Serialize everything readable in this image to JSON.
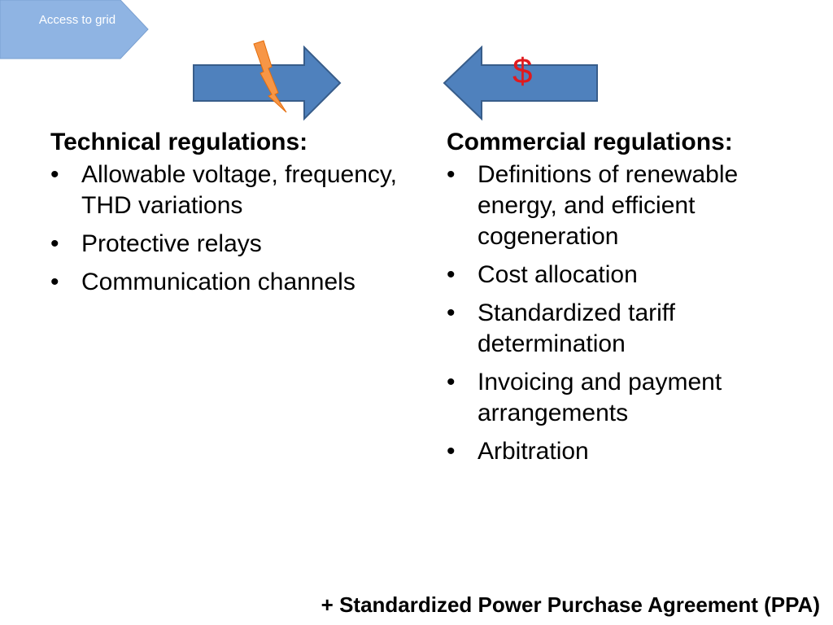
{
  "access_tag": {
    "label": "Access to grid",
    "color": "#8fb4e3"
  },
  "arrows": {
    "color": "#4f81bd",
    "outline": "#385d8a",
    "lightning_color": "#f79646",
    "dollar": "$",
    "dollar_color": "#e0191d"
  },
  "technical": {
    "heading": "Technical regulations:",
    "items": [
      {
        "label": "Allowable voltage, frequency, THD variations"
      },
      {
        "label": "Protective relays"
      },
      {
        "label": "Communication channels"
      }
    ]
  },
  "commercial": {
    "heading": "Commercial regulations:",
    "items": [
      {
        "label": "Definitions of renewable energy, and efficient cogeneration"
      },
      {
        "label": "Cost allocation"
      },
      {
        "label": "Standardized tariff determination"
      },
      {
        "label": "Invoicing and payment arrangements"
      },
      {
        "label": "Arbitration"
      }
    ]
  },
  "footer": {
    "text": "+ Standardized Power Purchase Agreement (PPA)"
  }
}
